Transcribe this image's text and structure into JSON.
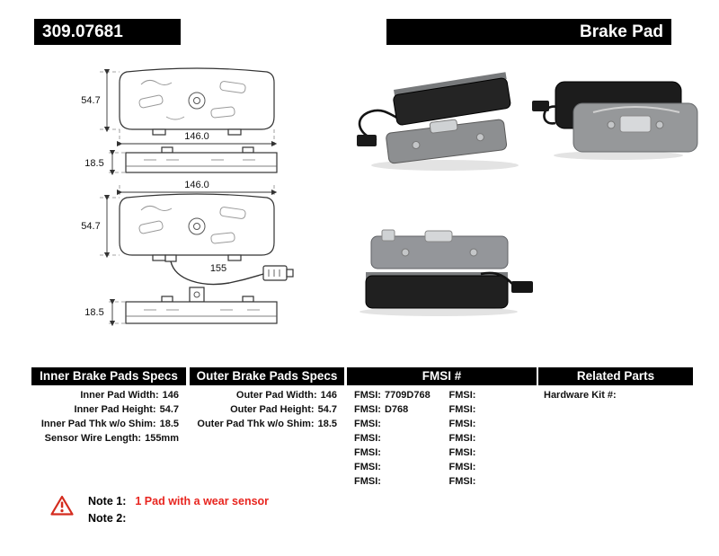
{
  "header": {
    "part_number": "309.07681",
    "product_name": "Brake Pad"
  },
  "drawings": {
    "outer_pad": {
      "height": "54.7",
      "width": "146.0",
      "thickness": "18.5"
    },
    "inner_pad": {
      "width": "146.0",
      "height": "54.7",
      "wire_length": "155",
      "thickness": "18.5"
    }
  },
  "tables": {
    "inner": {
      "header": "Inner Brake Pads Specs",
      "rows": [
        {
          "label": "Inner Pad Width:",
          "value": "146"
        },
        {
          "label": "Inner Pad Height:",
          "value": "54.7"
        },
        {
          "label": "Inner Pad Thk w/o Shim:",
          "value": "18.5"
        },
        {
          "label": "Sensor Wire Length:",
          "value": "155mm"
        }
      ]
    },
    "outer": {
      "header": "Outer Brake Pads Specs",
      "rows": [
        {
          "label": "Outer Pad Width:",
          "value": "146"
        },
        {
          "label": "Outer Pad Height:",
          "value": "54.7"
        },
        {
          "label": "Outer Pad Thk w/o Shim:",
          "value": "18.5"
        }
      ]
    },
    "fmsi": {
      "header": "FMSI #",
      "label": "FMSI:",
      "rows": [
        {
          "left": "7709D768",
          "right": ""
        },
        {
          "left": "D768",
          "right": ""
        },
        {
          "left": "",
          "right": ""
        },
        {
          "left": "",
          "right": ""
        },
        {
          "left": "",
          "right": ""
        },
        {
          "left": "",
          "right": ""
        },
        {
          "left": "",
          "right": ""
        }
      ]
    },
    "related": {
      "header": "Related Parts",
      "rows": [
        {
          "label": "Hardware Kit #:",
          "value": ""
        }
      ]
    }
  },
  "notes": {
    "note1_label": "Note 1:",
    "note1_text": "1 Pad with a wear sensor",
    "note2_label": "Note 2:",
    "note2_text": ""
  }
}
